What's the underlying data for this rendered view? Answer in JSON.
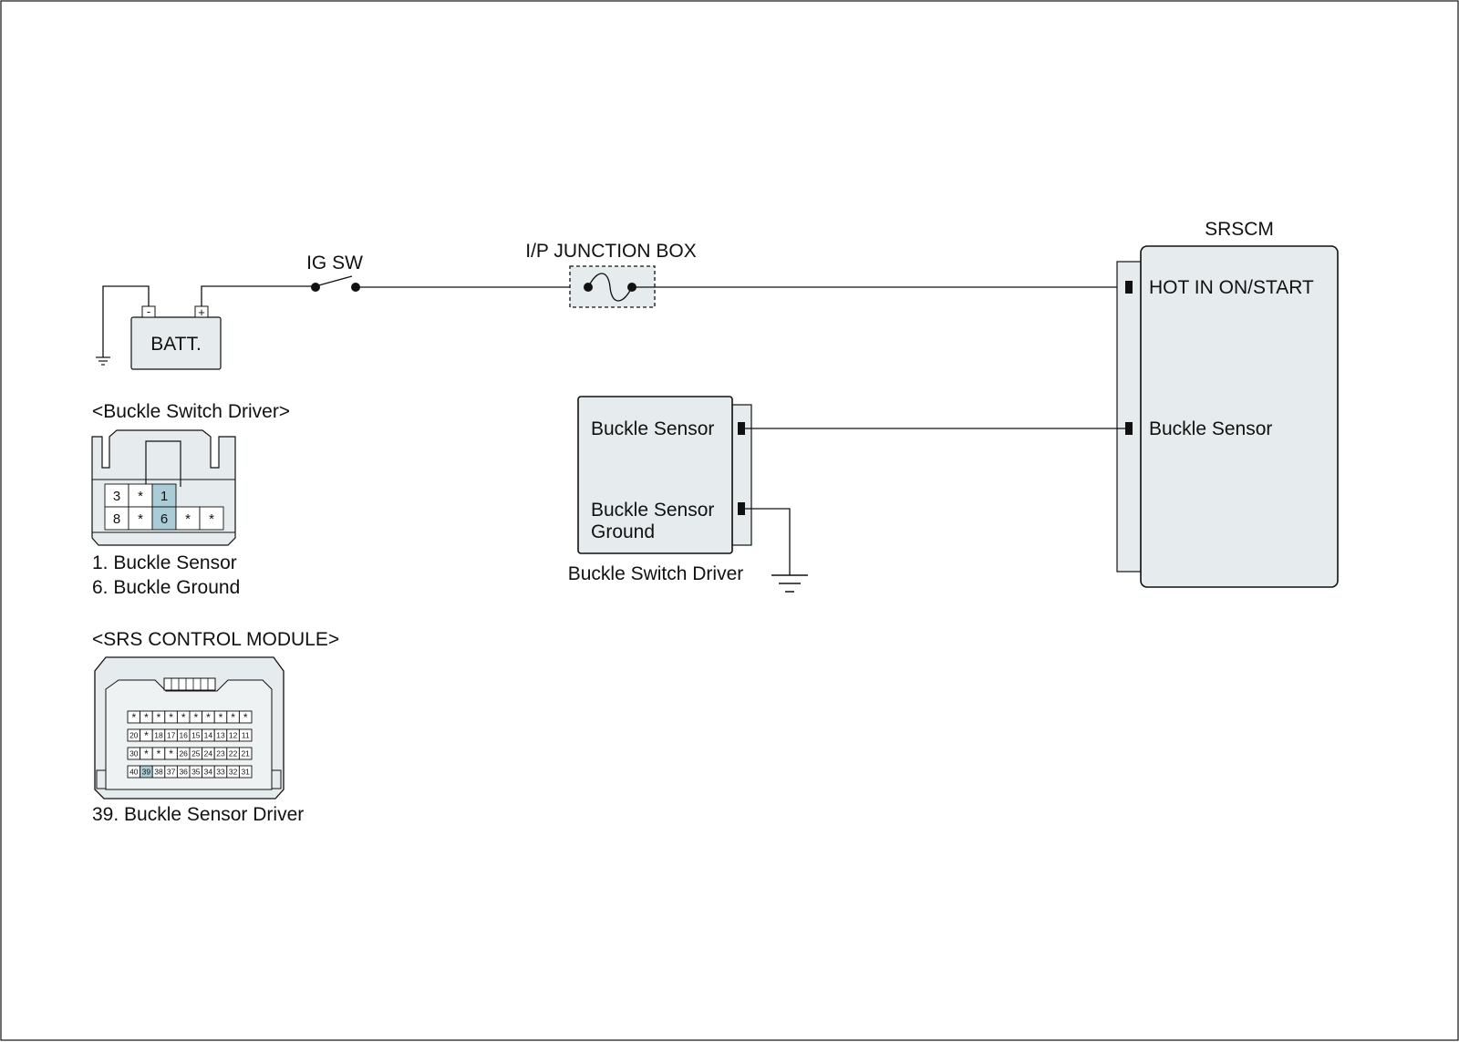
{
  "battery": {
    "label": "BATT.",
    "neg": "-",
    "pos": "+"
  },
  "ig_switch": {
    "label": "IG SW"
  },
  "junction_box": {
    "label": "I/P JUNCTION BOX"
  },
  "srscm": {
    "title": "SRSCM",
    "pin_hot": "HOT IN ON/START",
    "pin_buckle": "Buckle Sensor"
  },
  "buckle_switch": {
    "caption": "Buckle Switch Driver",
    "pin_sensor": "Buckle Sensor",
    "pin_ground_line1": "Buckle Sensor",
    "pin_ground_line2": "Ground"
  },
  "connector_buckle": {
    "title": "<Buckle Switch Driver>",
    "row1": [
      "3",
      "*",
      "1"
    ],
    "row2": [
      "8",
      "*",
      "6",
      "*",
      "*"
    ],
    "highlighted": [
      "1",
      "6"
    ],
    "legend": [
      "1. Buckle Sensor",
      "6. Buckle Ground"
    ]
  },
  "connector_srs": {
    "title": "<SRS CONTROL MODULE>",
    "rows": [
      [
        "*",
        "*",
        "*",
        "*",
        "*",
        "*",
        "*",
        "*",
        "*",
        "*"
      ],
      [
        "20",
        "*",
        "18",
        "17",
        "16",
        "15",
        "14",
        "13",
        "12",
        "11"
      ],
      [
        "30",
        "*",
        "*",
        "*",
        "26",
        "25",
        "24",
        "23",
        "22",
        "21"
      ],
      [
        "40",
        "39",
        "38",
        "37",
        "36",
        "35",
        "34",
        "33",
        "32",
        "31"
      ]
    ],
    "highlighted": [
      "39"
    ],
    "legend": [
      "39. Buckle Sensor Driver"
    ]
  },
  "colors": {
    "box_fill": "#e6ecee",
    "pin_highlight": "#a9ccd6",
    "line": "#111111"
  }
}
